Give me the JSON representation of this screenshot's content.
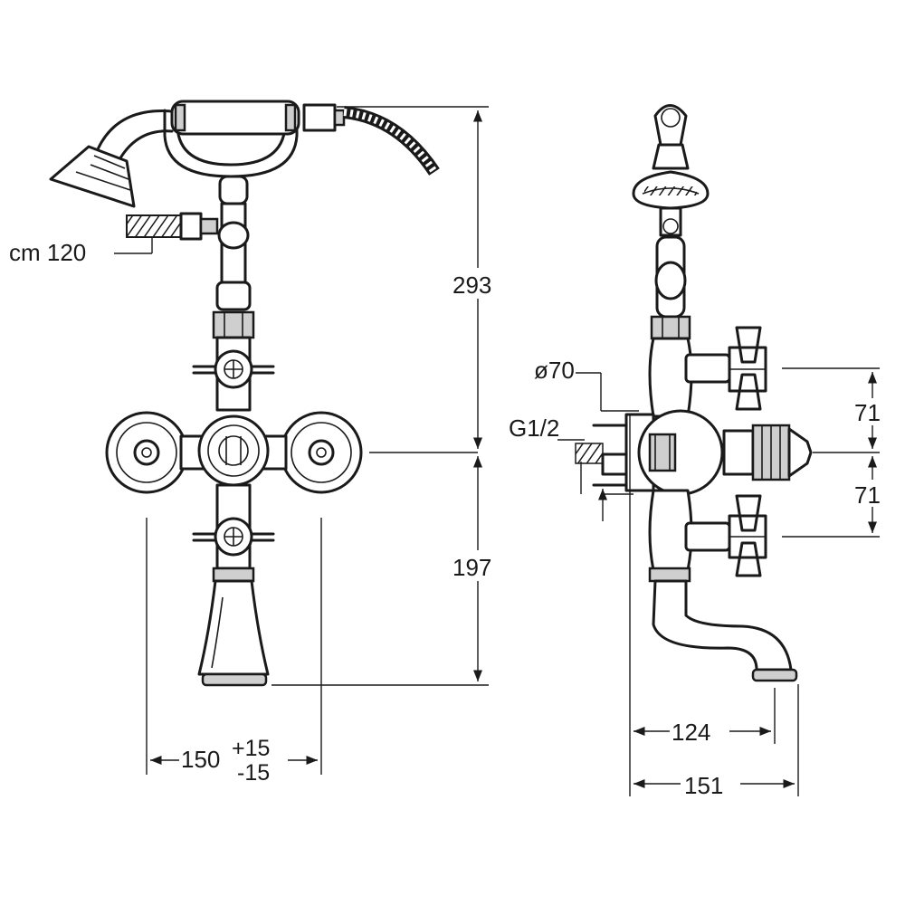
{
  "labels": {
    "hose_length": "cm 120",
    "total_height": "293",
    "lower_height": "197",
    "center_distance": "150",
    "tol_plus": "+15",
    "tol_minus": "-15",
    "diameter": "ø70",
    "thread": "G1/2",
    "upper_spacing": "71",
    "lower_spacing": "71",
    "spout_reach": "124",
    "overall_depth": "151"
  }
}
